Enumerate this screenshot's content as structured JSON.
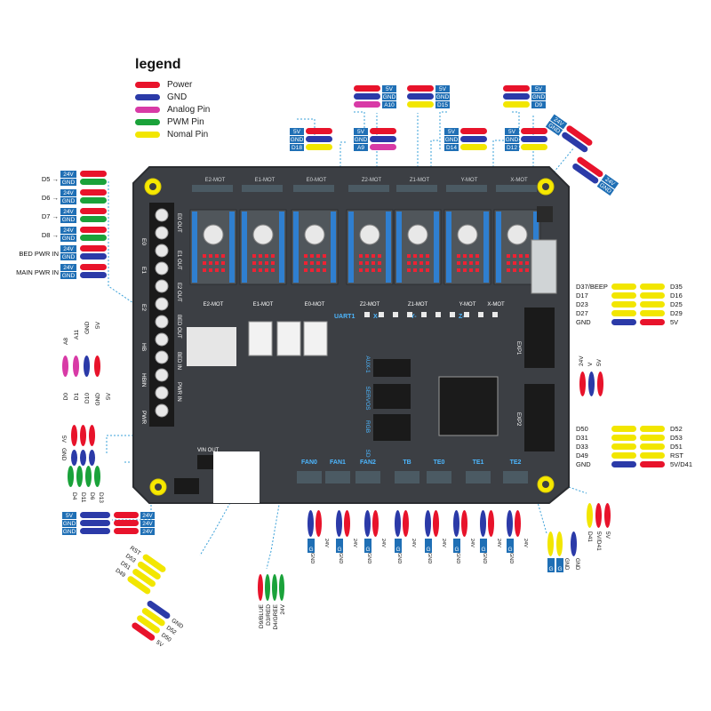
{
  "colors": {
    "power": "#e8132b",
    "gnd": "#2b3aa8",
    "analog": "#d83aa6",
    "pwm": "#1aa23a",
    "normal": "#f2e600",
    "board": "#3c3f44",
    "board_edge": "#2a2c30",
    "connector": "#4b5a63",
    "label_bg": "#1f6fb5",
    "leader": "#3aa0d8"
  },
  "legend": {
    "title": "legend",
    "items": [
      {
        "label": "Power",
        "color": "#e8132b"
      },
      {
        "label": "GND",
        "color": "#2b3aa8"
      },
      {
        "label": "Analog Pin",
        "color": "#d83aa6"
      },
      {
        "label": "PWM Pin",
        "color": "#1aa23a"
      },
      {
        "label": "Nomal Pin",
        "color": "#f2e600"
      }
    ]
  },
  "left_outputs": [
    {
      "label": "D5 →",
      "pins": [
        "24V",
        "GND"
      ]
    },
    {
      "label": "D6 →",
      "pins": [
        "24V",
        "GND"
      ]
    },
    {
      "label": "D7 →",
      "pins": [
        "24V",
        "GND"
      ]
    },
    {
      "label": "D8 →",
      "pins": [
        "24V",
        "GND"
      ]
    },
    {
      "label": "BED PWR IN",
      "pins": [
        "24V",
        "GND"
      ]
    },
    {
      "label": "MAIN PWR IN",
      "pins": [
        "24V",
        "GND"
      ]
    }
  ],
  "top_endstops": [
    {
      "pins": [
        "5V",
        "GND",
        "A10"
      ]
    },
    {
      "pins": [
        "5V",
        "GND",
        "D15"
      ]
    },
    {
      "pins": [
        "5V",
        "GND",
        "D9"
      ]
    }
  ],
  "second_endstops": [
    {
      "pins": [
        "5V",
        "GND",
        "D18"
      ]
    },
    {
      "pins": [
        "5V",
        "GND",
        "A9"
      ]
    },
    {
      "pins": [
        "5V",
        "GND",
        "D14"
      ]
    },
    {
      "pins": [
        "5V",
        "GND",
        "D12"
      ]
    }
  ],
  "corner_power": {
    "pins": [
      "24V",
      "GND",
      "24V",
      "GND"
    ]
  },
  "board_labels": {
    "e2_mot": "E2-MOT",
    "e1_mot": "E1-MOT",
    "e0_mot": "E0-MOT",
    "z2_mot": "Z2-MOT",
    "z1_mot": "Z1-MOT",
    "y_mot": "Y-MOT",
    "x_mot": "X-MOT",
    "uart1": "UART1",
    "x": "X-",
    "y": "Y-",
    "z": "Z-",
    "exp1": "EXP1",
    "exp2": "EXP2",
    "aux": "AUX-1",
    "servos": "SERVOS",
    "rgb": "RGB",
    "sd": "SD",
    "fan0": "FAN0",
    "fan1": "FAN1",
    "fan2": "FAN2",
    "tb": "TB",
    "te0": "TE0",
    "te1": "TE1",
    "te2": "TE2",
    "vin_out": "VIN OUT",
    "bed_out": "BED OUT",
    "bed_in": "BED IN",
    "pwr_in": "PWR IN",
    "e0": "E0",
    "e1": "E1",
    "e2": "E2",
    "hb": "HB",
    "hbin": "HBIN",
    "pwr": "PWR",
    "e0_out": "E0 OUT",
    "e1_out": "E1 OUT",
    "e2_out": "E2 OUT"
  },
  "exp1": {
    "left": [
      "D37/BEEP",
      "D17",
      "D23",
      "D27",
      "GND"
    ],
    "right": [
      "D35",
      "D16",
      "D25",
      "D29",
      "5V"
    ]
  },
  "exp2": {
    "left": [
      "D50",
      "D31",
      "D33",
      "D49",
      "GND"
    ],
    "right": [
      "D52",
      "D53",
      "D51",
      "RST",
      "5V/D41"
    ]
  },
  "exp_small": {
    "pins": [
      "24V",
      "V",
      "5V"
    ]
  },
  "analog_block": {
    "pins": [
      "A8",
      "A11",
      "GND",
      "5V",
      "D0",
      "D1",
      "D10",
      "GND",
      "5V"
    ]
  },
  "servo_block": {
    "pins": [
      "5V",
      "GND",
      "D4",
      "D11",
      "D6",
      "D13"
    ]
  },
  "vin_block": {
    "pins": [
      "5V",
      "GND",
      "24V",
      "24V",
      "24V"
    ]
  },
  "sd_block": {
    "pins": [
      "RST",
      "D53",
      "D51",
      "D49",
      "GND",
      "D52",
      "D50",
      "5V"
    ]
  },
  "rgb_block": {
    "pins": [
      "24V",
      "D4/GREE",
      "D3/RED",
      "D9/BLUE"
    ]
  },
  "fan_blocks": [
    {
      "pins": [
        "24V",
        "GND"
      ]
    },
    {
      "pins": [
        "24V",
        "GND"
      ]
    },
    {
      "pins": [
        "24V",
        "GND"
      ]
    },
    {
      "pins": [
        "24V",
        "GND"
      ]
    },
    {
      "pins": [
        "24V",
        "GND"
      ]
    },
    {
      "pins": [
        "24V",
        "GND"
      ]
    },
    {
      "pins": [
        "24V",
        "GND"
      ]
    },
    {
      "pins": [
        "24V",
        "GND"
      ]
    }
  ],
  "thermistor_block": {
    "pins": [
      "D41",
      "5V/D41",
      "5V",
      "GND",
      "GND"
    ]
  }
}
